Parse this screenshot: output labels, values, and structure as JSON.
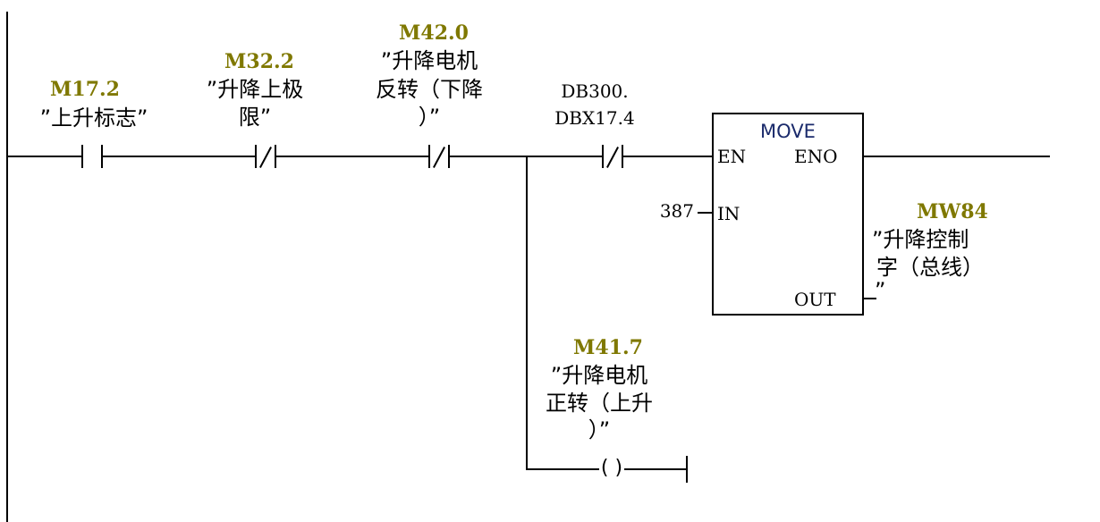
{
  "network": {
    "contacts": [
      {
        "id": "c1",
        "type": "normally-open",
        "address": "M17.2",
        "symbol_lines": [
          "”上升标志”"
        ]
      },
      {
        "id": "c2",
        "type": "normally-closed",
        "address": "M32.2",
        "symbol_lines": [
          "”升降上极",
          "限”"
        ]
      },
      {
        "id": "c3",
        "type": "normally-closed",
        "address": "M42.0",
        "symbol_lines": [
          "”升降电机",
          "反转（下降",
          "）”"
        ]
      },
      {
        "id": "c4",
        "type": "normally-closed",
        "address_lines": [
          "DB300.",
          "DBX17.4"
        ]
      }
    ],
    "move_block": {
      "title": "MOVE",
      "pins": {
        "en": "EN",
        "eno": "ENO",
        "in": "IN",
        "out": "OUT"
      },
      "in_value": "387",
      "out_address": "MW84",
      "out_symbol_lines": [
        "”升降控制",
        "字（总线）",
        "”"
      ]
    },
    "coil": {
      "type": "coil",
      "glyph": "( )",
      "address": "M41.7",
      "symbol_lines": [
        "”升降电机",
        "正转（上升",
        "）”"
      ]
    }
  },
  "colors": {
    "address": "#7f7800",
    "move_title": "#1a2a6b",
    "wire": "#000000"
  }
}
